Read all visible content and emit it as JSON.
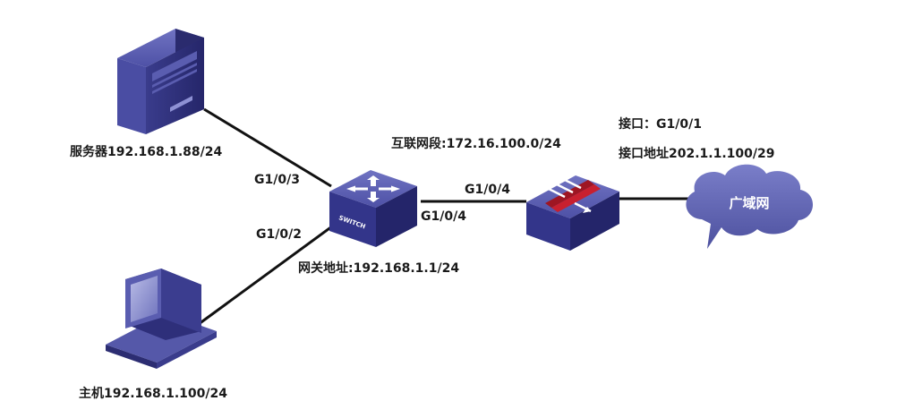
{
  "nodes": {
    "server": {
      "label": "服务器192.168.1.88/24"
    },
    "host": {
      "label": "主机192.168.1.100/24"
    },
    "switch": {
      "badge": "SWITCH",
      "gateway": "网关地址:192.168.1.1/24"
    },
    "firewall": {},
    "wan": {
      "label": "广域网"
    }
  },
  "links": {
    "server_switch_port": "G1/0/3",
    "host_switch_port": "G1/0/2",
    "switch_fw_port_left": "G1/0/4",
    "switch_fw_port_right": "G1/0/4",
    "interconnect_segment": "互联网段:172.16.100.0/24"
  },
  "wan_interface": {
    "name": "接口：G1/0/1",
    "address": "接口地址202.1.1.100/29"
  },
  "colors": {
    "device_dark": "#2e2f7a",
    "device_mid": "#4a4c9e",
    "device_light": "#7c7fc8",
    "cloud": "#5d61b3",
    "firewall_red": "#c8202f",
    "line": "#111111"
  }
}
